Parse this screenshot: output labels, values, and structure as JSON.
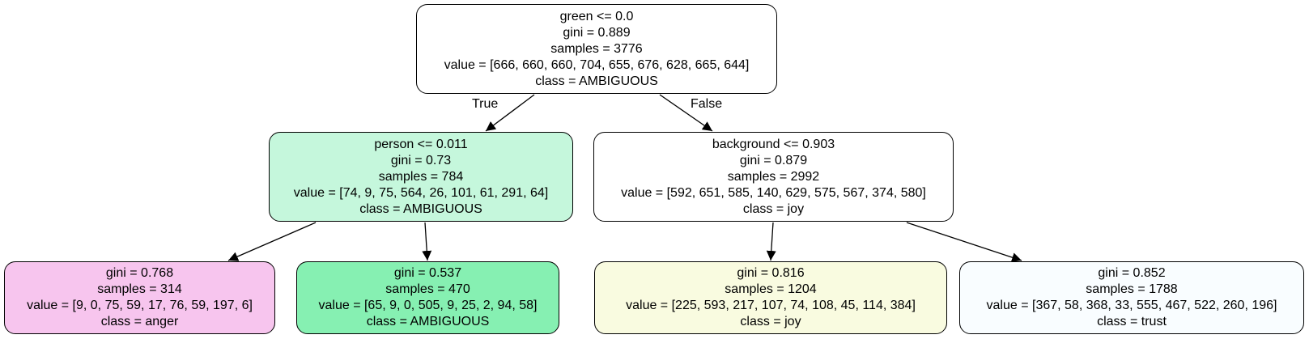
{
  "nodes": {
    "root": {
      "condition": "green <= 0.0",
      "gini": "gini = 0.889",
      "samples": "samples = 3776",
      "value": "value = [666, 660, 660, 704, 655, 676, 628, 665, 644]",
      "class": "class = AMBIGUOUS",
      "color": "#ffffff"
    },
    "left": {
      "condition": "person <= 0.011",
      "gini": "gini = 0.73",
      "samples": "samples = 784",
      "value": "value = [74, 9, 75, 564, 26, 101, 61, 291, 64]",
      "class": "class = AMBIGUOUS",
      "color": "#c5f7dc"
    },
    "right": {
      "condition": "background <= 0.903",
      "gini": "gini = 0.879",
      "samples": "samples = 2992",
      "value": "value = [592, 651, 585, 140, 629, 575, 567, 374, 580]",
      "class": "class = joy",
      "color": "#ffffff"
    },
    "leaf_ll": {
      "gini": "gini = 0.768",
      "samples": "samples = 314",
      "value": "value = [9, 0, 75, 59, 17, 76, 59, 197, 6]",
      "class": "class = anger",
      "color": "#f7c5ee"
    },
    "leaf_lr": {
      "gini": "gini = 0.537",
      "samples": "samples = 470",
      "value": "value = [65, 9, 0, 505, 9, 25, 2, 94, 58]",
      "class": "class = AMBIGUOUS",
      "color": "#86f0b2"
    },
    "leaf_rl": {
      "gini": "gini = 0.816",
      "samples": "samples = 1204",
      "value": "value = [225, 593, 217, 107, 74, 108, 45, 114, 384]",
      "class": "class = joy",
      "color": "#f9fbe0"
    },
    "leaf_rr": {
      "gini": "gini = 0.852",
      "samples": "samples = 1788",
      "value": "value = [367, 58, 368, 33, 555, 467, 522, 260, 196]",
      "class": "class = trust",
      "color": "#f9fdff"
    }
  },
  "edges": {
    "true_label": "True",
    "false_label": "False"
  }
}
